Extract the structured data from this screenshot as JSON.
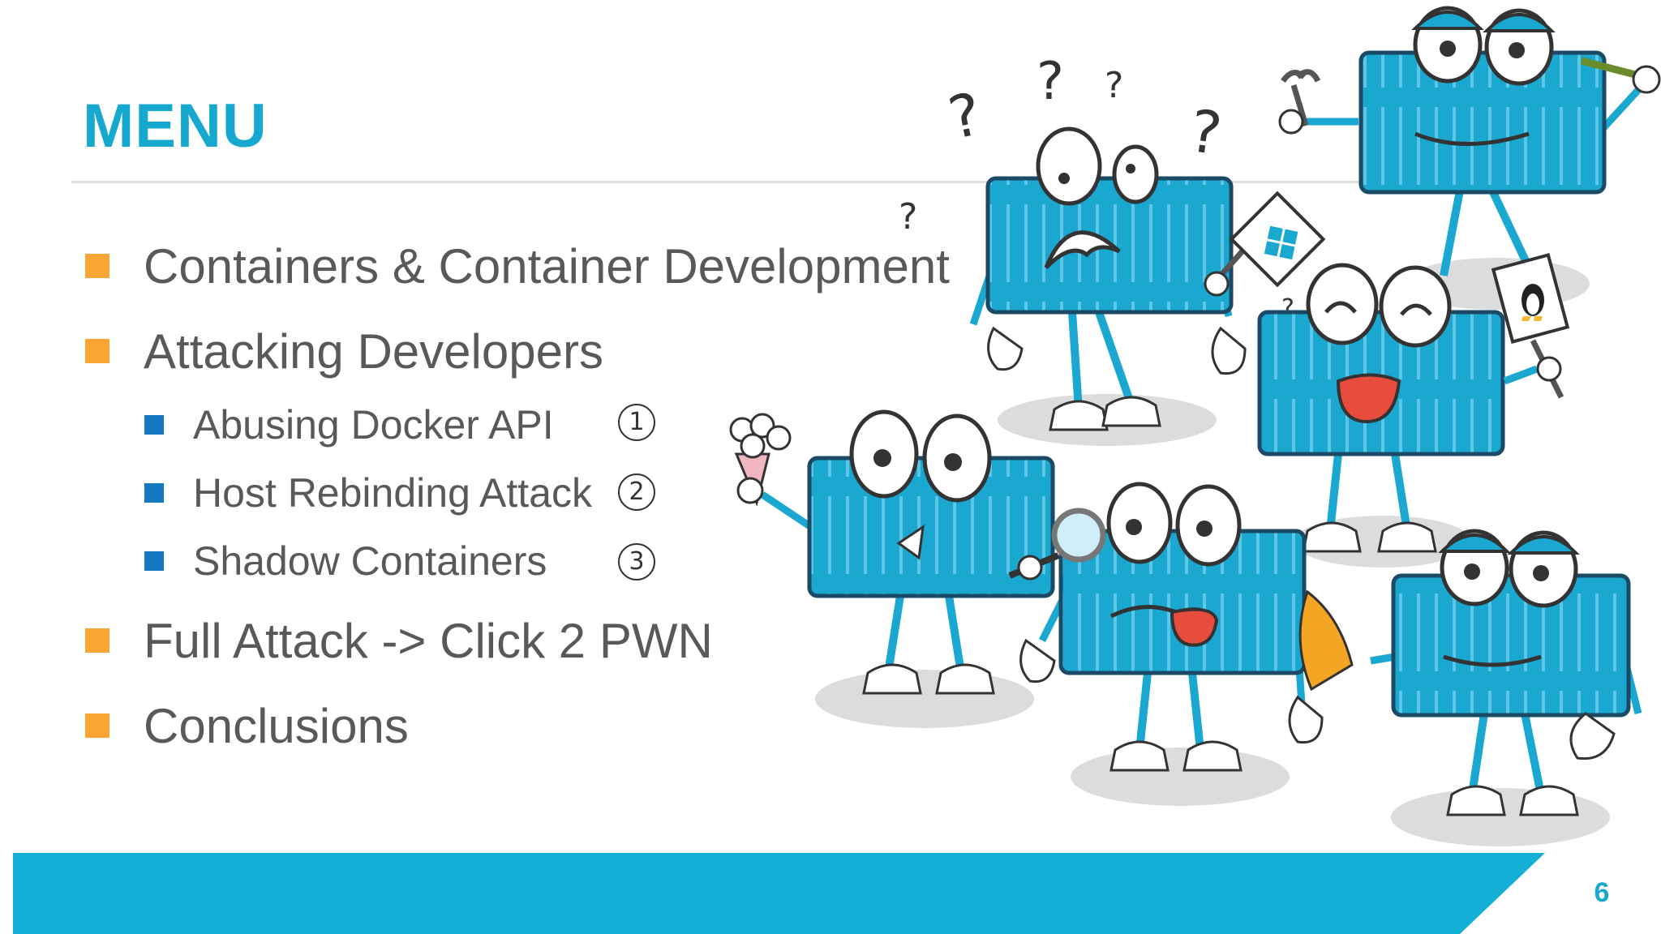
{
  "slide": {
    "title": "MENU",
    "items": [
      {
        "level": 1,
        "label": "Containers & Container Development"
      },
      {
        "level": 1,
        "label": "Attacking Developers"
      },
      {
        "level": 2,
        "label": "Abusing Docker API",
        "marker": "1"
      },
      {
        "level": 2,
        "label": "Host Rebinding Attack",
        "marker": "2"
      },
      {
        "level": 2,
        "label": "Shadow Containers",
        "marker": "3"
      },
      {
        "level": 1,
        "label": "Full Attack -> Click 2 PWN"
      },
      {
        "level": 1,
        "label": "Conclusions"
      }
    ],
    "page_number": "6"
  },
  "illustration": {
    "question_marks": [
      "?",
      "?",
      "?",
      "?",
      "?",
      "?"
    ]
  },
  "colors": {
    "title": "#16a8cf",
    "level1_bullet": "#f9a534",
    "level2_bullet": "#1478c2",
    "footer_band": "#13afd6",
    "container_blue": "#1aa7d0",
    "text": "#595959"
  },
  "icons": {
    "level1_bullet": "orange-square-bullet",
    "level2_bullet": "blue-square-bullet",
    "sign_left": "windows-logo-icon",
    "sign_right": "linux-penguin-icon"
  }
}
